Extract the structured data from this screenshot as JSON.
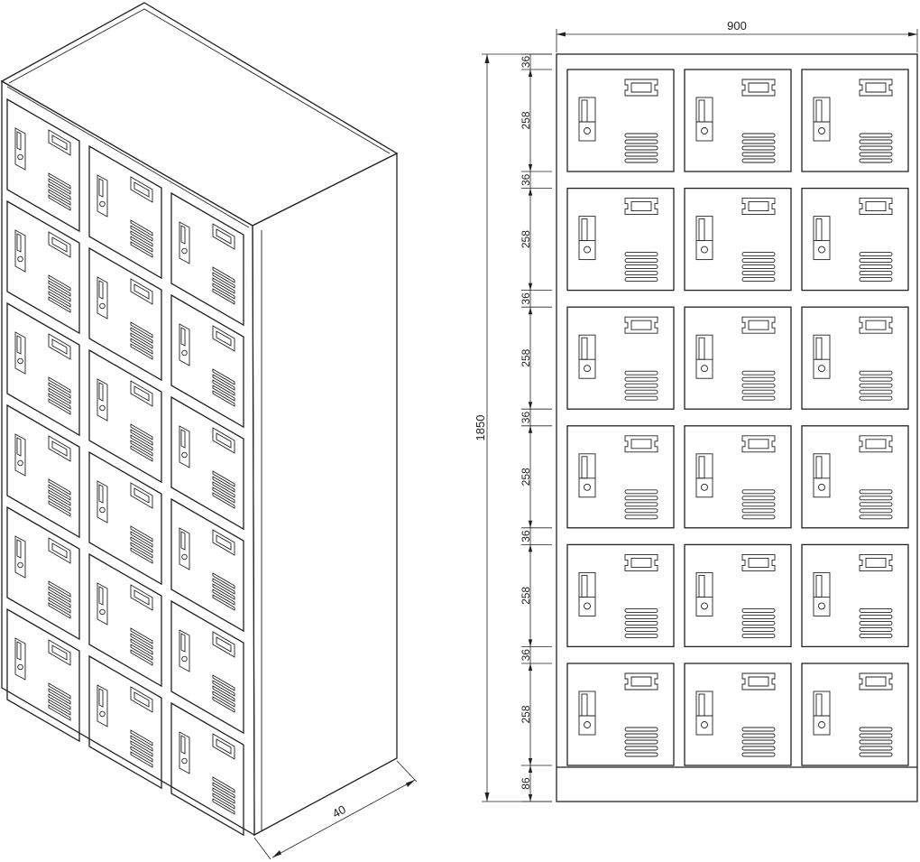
{
  "drawing": {
    "layout": {
      "rows": 6,
      "columns": 3
    },
    "dimensions": {
      "overall_width": "900",
      "overall_height": "1850",
      "depth_label": "40",
      "row_gap": "36",
      "door_height": "258",
      "base_height": "86"
    }
  }
}
